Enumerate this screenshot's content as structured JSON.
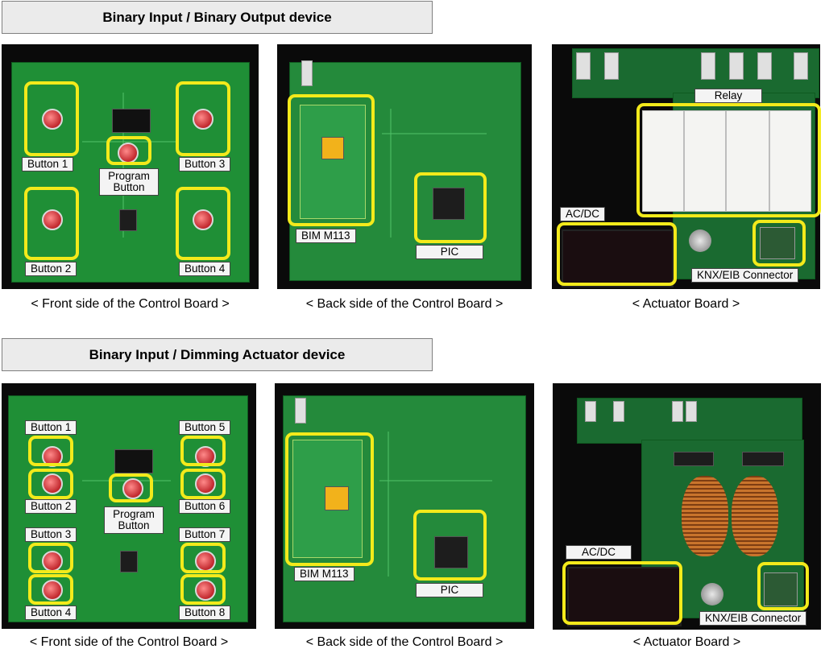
{
  "sections": [
    {
      "title": "Binary Input / Binary Output device",
      "front": {
        "caption": "< Front side of the Control Board >",
        "labels": {
          "button1": "Button 1",
          "button2": "Button 2",
          "button3": "Button 3",
          "button4": "Button 4",
          "program": "Program Button"
        }
      },
      "back": {
        "caption": "< Back side of the Control Board  >",
        "labels": {
          "bim": "BIM M113",
          "pic": "PIC"
        }
      },
      "actuator": {
        "caption": "< Actuator Board >",
        "labels": {
          "relay": "Relay",
          "acdc": "AC/DC",
          "knx": "KNX/EIB Connector"
        }
      }
    },
    {
      "title": "Binary Input / Dimming Actuator device",
      "front": {
        "caption": "< Front side of the Control Board >",
        "labels": {
          "button1": "Button 1",
          "button2": "Button 2",
          "button3": "Button 3",
          "button4": "Button 4",
          "button5": "Button 5",
          "button6": "Button 6",
          "button7": "Button 7",
          "button8": "Button 8",
          "program": "Program Button"
        }
      },
      "back": {
        "caption": "< Back side of the Control Board  >",
        "labels": {
          "bim": "BIM M113",
          "pic": "PIC"
        }
      },
      "actuator": {
        "caption": "< Actuator Board >",
        "labels": {
          "acdc": "AC/DC",
          "knx": "KNX/EIB Connector"
        }
      }
    }
  ],
  "colors": {
    "highlight": "#f3ea1b",
    "pcb": "#1f8f36",
    "button": "#c0262c"
  },
  "icons": [
    "push-button-icon",
    "chip-icon",
    "relay-icon",
    "coil-icon",
    "capacitor-icon",
    "connector-icon"
  ]
}
